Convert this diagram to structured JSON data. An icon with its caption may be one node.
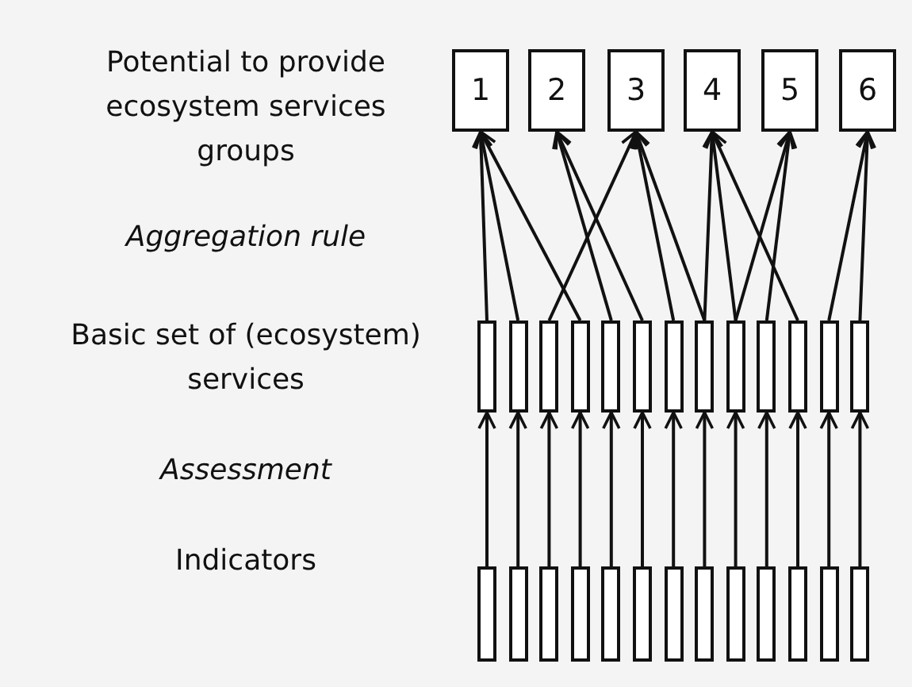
{
  "diagram": {
    "nodes": [
      {
        "text": [
          "1"
        ]
      },
      {
        "text": [
          "2"
        ]
      },
      {
        "text": [
          "3"
        ]
      },
      {
        "text": [
          "4"
        ]
      },
      {
        "text": [
          "5"
        ]
      },
      {
        "text": [
          "6"
        ]
      },
      {
        "text": [],
        "shape": "box"
      },
      {
        "text": [],
        "shape": "box"
      },
      {
        "text": [],
        "shape": "box"
      },
      {
        "text": [],
        "shape": "box"
      },
      {
        "text": [],
        "shape": "box"
      },
      {
        "text": [],
        "shape": "box"
      },
      {
        "text": [],
        "shape": "box"
      },
      {
        "text": [],
        "shape": "box"
      },
      {
        "text": [],
        "shape": "box"
      },
      {
        "text": [],
        "shape": "box"
      },
      {
        "text": [],
        "shape": "box"
      },
      {
        "text": [],
        "shape": "box"
      },
      {
        "text": [],
        "shape": "box"
      },
      {
        "text": [],
        "shape": "box"
      },
      {
        "text": [],
        "shape": "box"
      },
      {
        "text": [],
        "shape": "box"
      },
      {
        "text": [],
        "shape": "box"
      },
      {
        "text": [],
        "shape": "box"
      },
      {
        "text": [],
        "shape": "box"
      },
      {
        "text": [],
        "shape": "box"
      },
      {
        "text": [],
        "shape": "box"
      },
      {
        "text": [],
        "shape": "box"
      },
      {
        "text": [],
        "shape": "box"
      },
      {
        "text": [],
        "shape": "box"
      },
      {
        "text": [],
        "shape": "box"
      },
      {
        "text": [],
        "shape": "box"
      }
    ],
    "edges": [
      {
        "from": 6,
        "to": 0,
        "arrow": "to"
      },
      {
        "from": 7,
        "to": 0,
        "arrow": "to"
      },
      {
        "from": 9,
        "to": 0,
        "arrow": "to"
      },
      {
        "from": 10,
        "to": 1,
        "arrow": "to"
      },
      {
        "from": 11,
        "to": 1,
        "arrow": "to"
      },
      {
        "from": 8,
        "to": 2,
        "arrow": "to"
      },
      {
        "from": 12,
        "to": 2,
        "arrow": "to"
      },
      {
        "from": 13,
        "to": 2,
        "arrow": "to"
      },
      {
        "from": 13,
        "to": 3,
        "arrow": "to"
      },
      {
        "from": 14,
        "to": 3,
        "arrow": "to"
      },
      {
        "from": 16,
        "to": 3,
        "arrow": "to"
      },
      {
        "from": 14,
        "to": 4,
        "arrow": "to"
      },
      {
        "from": 15,
        "to": 4,
        "arrow": "to"
      },
      {
        "from": 17,
        "to": 5,
        "arrow": "to"
      },
      {
        "from": 18,
        "to": 5,
        "arrow": "to"
      },
      {
        "from": 19,
        "to": 6,
        "arrow": "to"
      },
      {
        "from": 20,
        "to": 7,
        "arrow": "to"
      },
      {
        "from": 21,
        "to": 8,
        "arrow": "to"
      },
      {
        "from": 22,
        "to": 9,
        "arrow": "to"
      },
      {
        "from": 23,
        "to": 10,
        "arrow": "to"
      },
      {
        "from": 24,
        "to": 11,
        "arrow": "to"
      },
      {
        "from": 25,
        "to": 12,
        "arrow": "to"
      },
      {
        "from": 26,
        "to": 13,
        "arrow": "to"
      },
      {
        "from": 27,
        "to": 14,
        "arrow": "to"
      },
      {
        "from": 28,
        "to": 15,
        "arrow": "to"
      },
      {
        "from": 29,
        "to": 16,
        "arrow": "to"
      },
      {
        "from": 30,
        "to": 17,
        "arrow": "to"
      },
      {
        "from": 31,
        "to": 18,
        "arrow": "to"
      }
    ],
    "labels": [
      "Potential to provide ecosystem services groups",
      "Aggregation rule",
      "Basic set of (ecosystem) services",
      "Assessment",
      "Indicators"
    ]
  }
}
